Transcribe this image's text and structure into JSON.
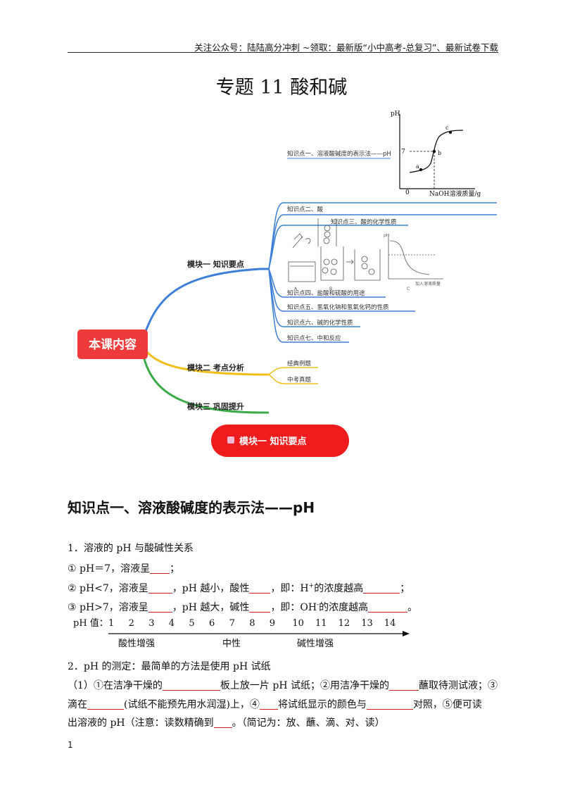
{
  "header": {
    "text": "关注公众号：陆陆高分冲刺 ~领取：最新版“小中高考-总复习”、最新试卷下载"
  },
  "title": "专题 11 酸和碱",
  "mindmap": {
    "center": "本课内容",
    "branch1": "模块一 知识要点",
    "branch2": "模块二 考点分析",
    "branch3": "模块三 巩固提升",
    "kp1": "知识点一、溶液酸碱度的表示法——pH",
    "kp2": "知识点二、酸",
    "kp3": "知识点三、酸的化学性质",
    "kp4": "知识点四、盐酸和硫酸的用途",
    "kp5": "知识点五、氢氧化钠和氢氧化钙的性质",
    "kp6": "知识点六、碱的化学性质",
    "kp7": "知识点七、中和反应",
    "sub2a": "经典例题",
    "sub2b": "中考真题",
    "graph": {
      "yaxis": "pH",
      "xaxis": "NaOH溶液质量/g",
      "seven": "7",
      "origin": "0",
      "a": "a",
      "b": "b",
      "c": "c"
    },
    "small_graph": {
      "yaxis": "pH",
      "xaxis": "加入溶液质量",
      "labels": [
        "A",
        "B",
        "C"
      ]
    },
    "banner": "模块一 知识要点"
  },
  "section": "知识点一、溶液酸碱度的表示法——pH",
  "lines": {
    "l1": "1．溶液的 pH 与酸碱性关系",
    "l2a": "① pH＝7，溶液呈",
    "l2b": "；",
    "l3a": "② pH<7，溶液呈",
    "l3b": "，pH 越小，酸性",
    "l3c": "，即：H",
    "l3sup": "+",
    "l3d": "的浓度越高",
    "l3e": "；",
    "l4a": "③ pH>7，溶液呈",
    "l4b": "，pH 越大，碱性",
    "l4c": "，即：OH",
    "l4sup": "-",
    "l4d": "的浓度越高",
    "l4e": "。",
    "l5": "2．pH 的测定：最简单的方法是使用 pH 试纸",
    "l6a": "（1）①在洁净干燥的",
    "l6b": "板上放一片 pH 试纸；②用洁净干燥的",
    "l6c": "蘸取待测试液；③",
    "l7a": "滴在",
    "l7b": "(试纸不能预先用水润湿)上，④",
    "l7c": "将试纸显示的颜色与",
    "l7d": "对照，⑤便可读",
    "l8a": "出溶液的 pH（注意：读数精确到",
    "l8b": "。（简记为：放、蘸、滴、对、读）"
  },
  "scale": {
    "label": "pH 值：",
    "numbers": [
      "1",
      "2",
      "3",
      "4",
      "5",
      "6",
      "7",
      "8",
      "9",
      "10",
      "11",
      "12",
      "13",
      "14"
    ],
    "acid": "酸性增强",
    "neutral": "中性",
    "base": "碱性增强"
  },
  "page_number": "1",
  "colors": {
    "center": "#ee3a3a",
    "blue": "#3d7fd8",
    "yellow": "#f2bf18",
    "green": "#3bab48",
    "blank": "#d21d1d"
  }
}
